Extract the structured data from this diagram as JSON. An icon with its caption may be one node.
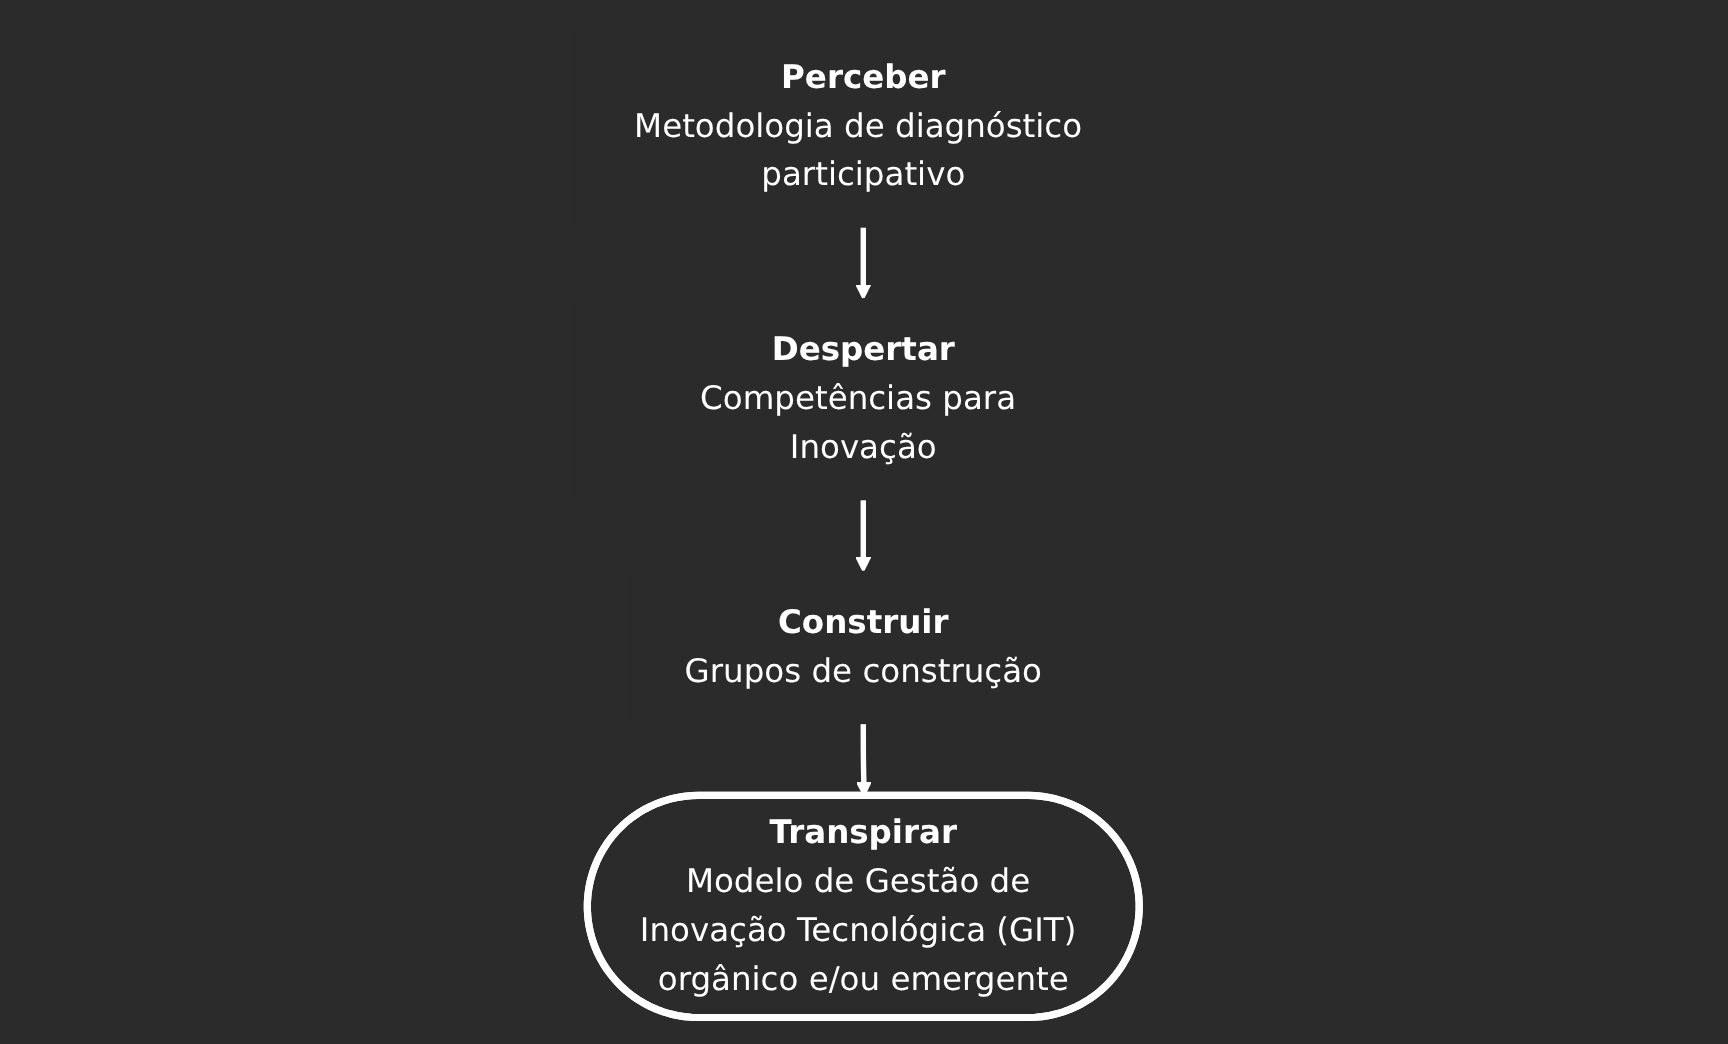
{
  "diagram": {
    "nodes": [
      {
        "text": [
          "Perceber",
          "Metodologia de diagnóstico participativo"
        ]
      },
      {
        "text": [
          "Despertar",
          "Competências para Inovação"
        ]
      },
      {
        "text": [
          "Construir",
          "Grupos de construção"
        ]
      },
      {
        "text": [
          "Transpirar",
          "Modelo de Gestão de Inovação Tecnológica (GIT) orgânico e/ou emergente"
        ]
      }
    ],
    "edges": [
      {
        "from": 0,
        "to": 1,
        "arrow": "to"
      },
      {
        "from": 1,
        "to": 2,
        "arrow": "to"
      },
      {
        "from": 2,
        "to": 3,
        "arrow": "to"
      }
    ]
  }
}
